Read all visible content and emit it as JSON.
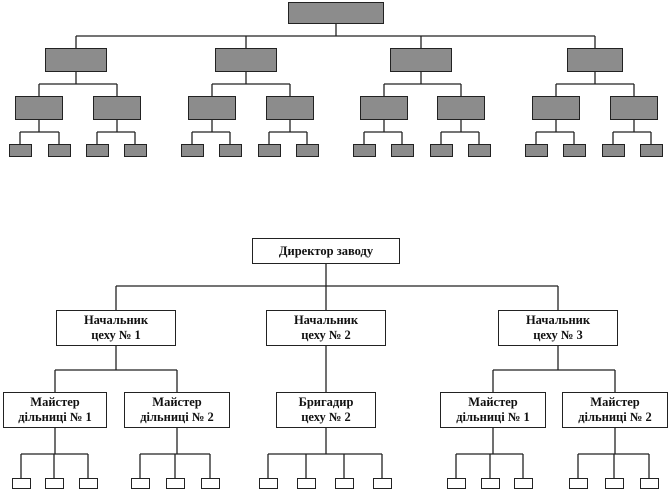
{
  "top_diagram": {
    "fill_color": "#8c8c8c",
    "groups": 4,
    "branches_per_group": 2,
    "leaves_per_branch": 2
  },
  "org_chart": {
    "root": "Директор заводу",
    "departments": [
      {
        "label": "Начальник\nцеху № 1",
        "children": [
          {
            "label": "Майстер\nдільниці № 1",
            "leaves": 3
          },
          {
            "label": "Майстер\nдільниці № 2",
            "leaves": 3
          }
        ]
      },
      {
        "label": "Начальник\nцеху № 2",
        "children": [
          {
            "label": "Бригадир\nцеху № 2",
            "leaves": 4
          }
        ]
      },
      {
        "label": "Начальник\nцеху № 3",
        "children": [
          {
            "label": "Майстер\nдільниці № 1",
            "leaves": 3
          },
          {
            "label": "Майстер\nдільниці № 2",
            "leaves": 3
          }
        ]
      }
    ]
  }
}
